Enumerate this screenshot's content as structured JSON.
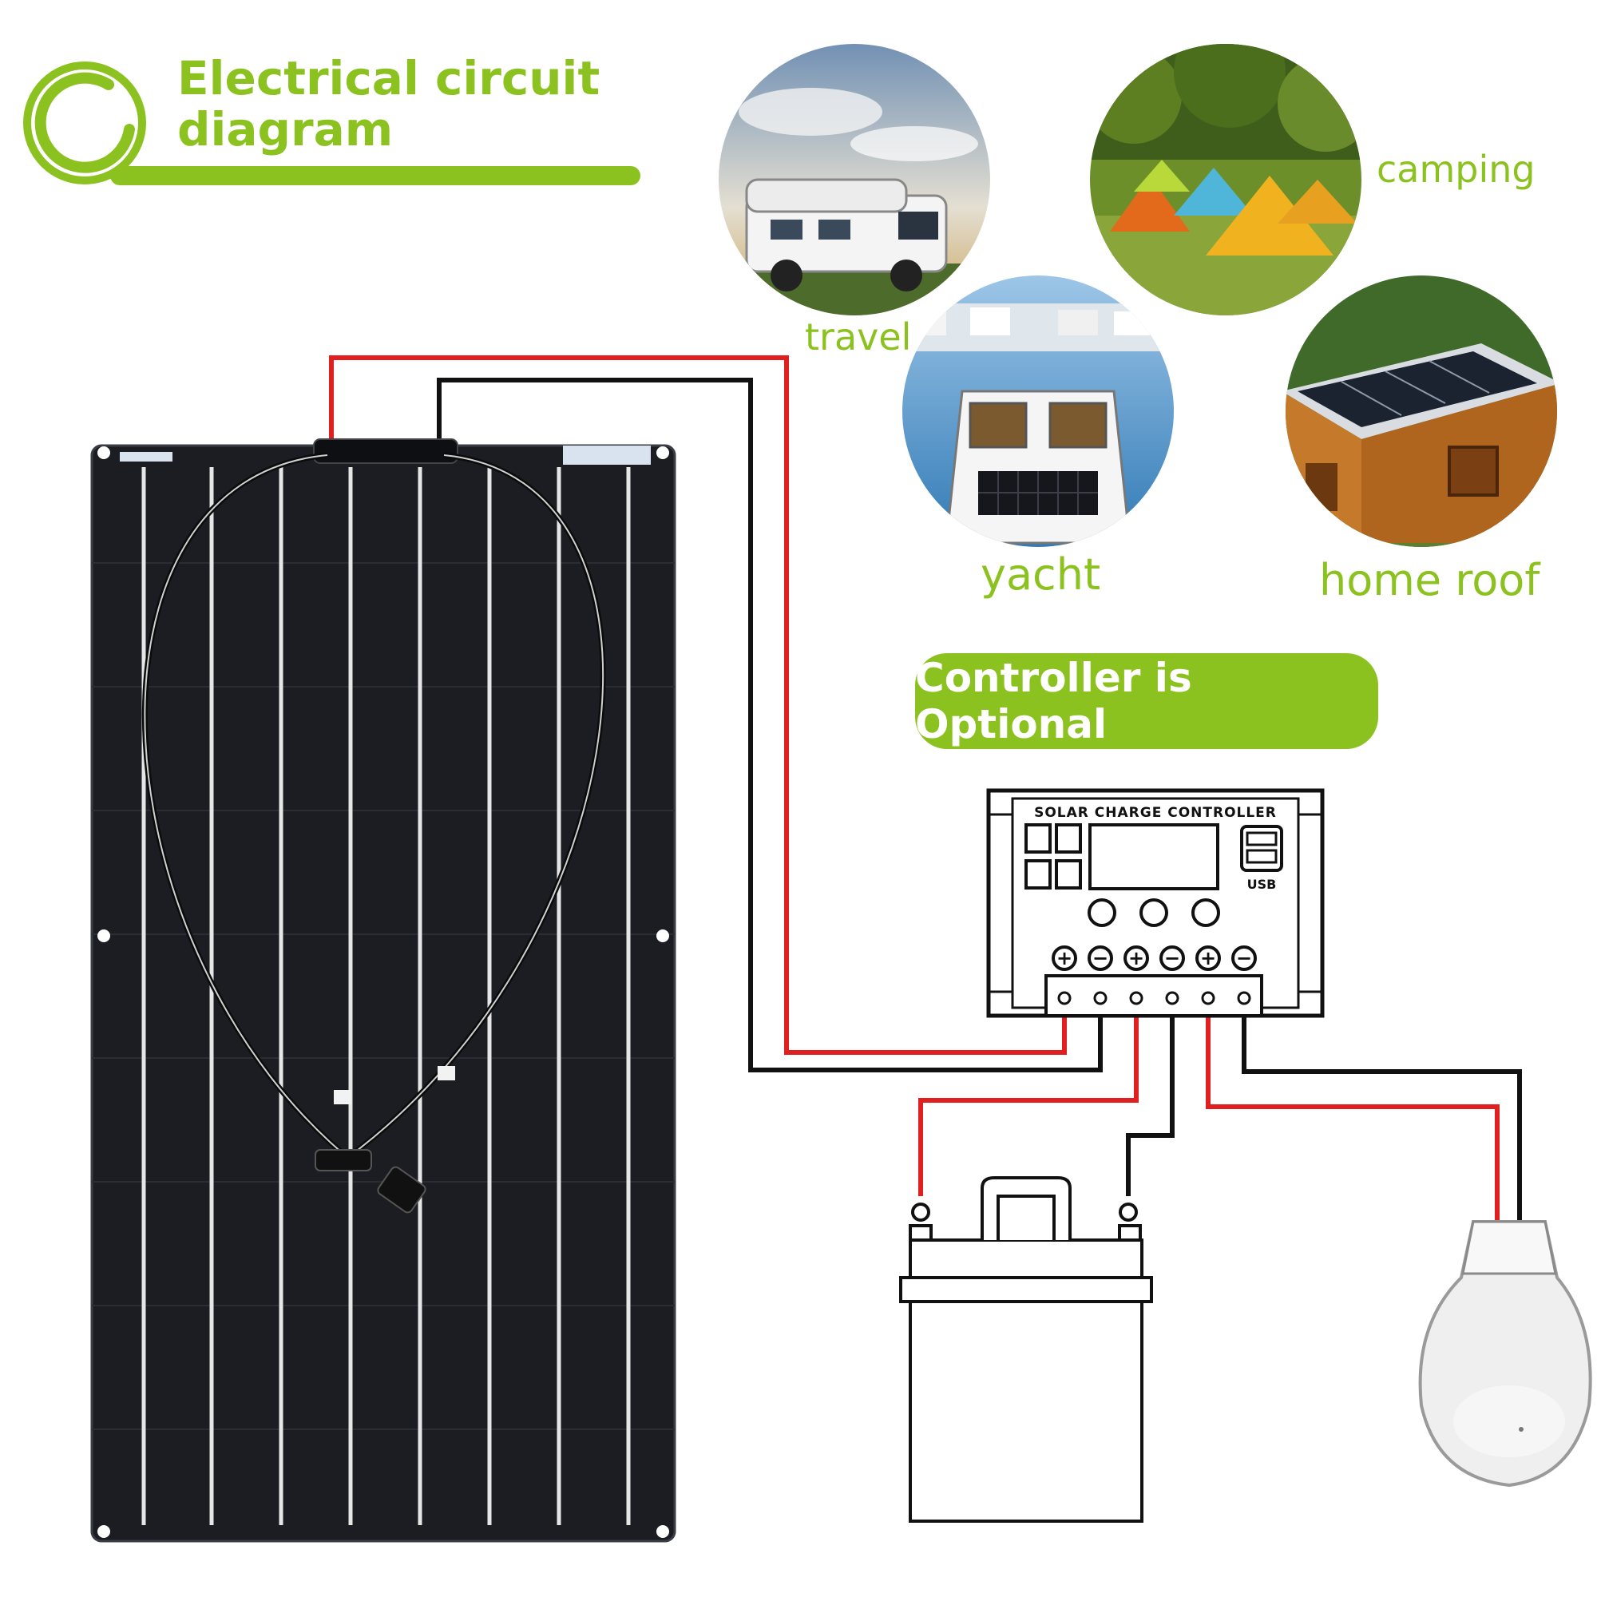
{
  "header": {
    "title_line1": "Electrical circuit",
    "title_line2": "diagram"
  },
  "scenes": {
    "travel": "travel",
    "camping": "camping",
    "yacht": "yacht",
    "home_roof": "home roof"
  },
  "badge": {
    "label": "Controller is Optional"
  },
  "controller": {
    "label": "SOLAR CHARGE CONTROLLER",
    "usb_label": "USB",
    "terminal_signs": [
      "+",
      "−",
      "+",
      "−",
      "+",
      "−"
    ]
  },
  "colors": {
    "accent_green": "#8cc21f",
    "wire_positive": "#e02020",
    "wire_negative": "#111111",
    "panel_dark": "#1b1d22"
  }
}
